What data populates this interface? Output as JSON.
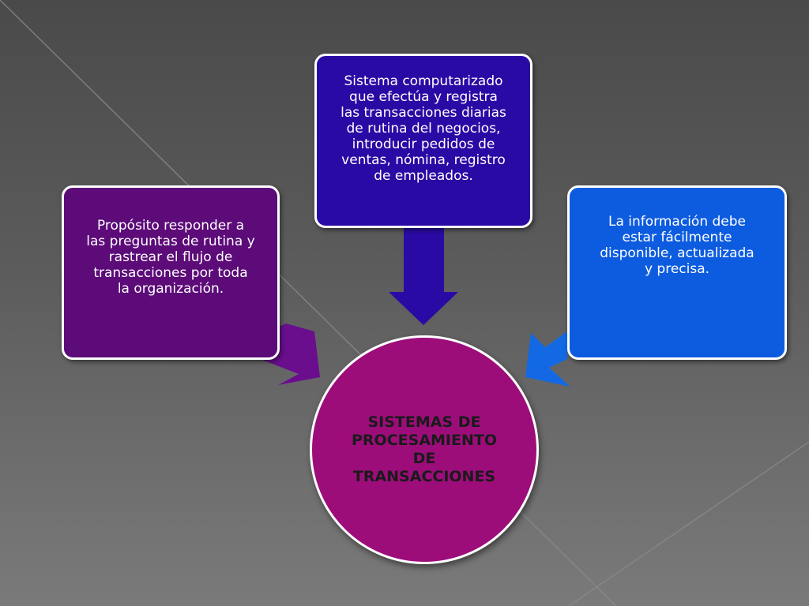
{
  "colors": {
    "top_box": "#2a0aa5",
    "left_box": "#5c0b79",
    "right_box": "#0d5ce0",
    "center_circle": "#9c0d7a",
    "top_arrow": "#2a0aa5",
    "left_arrow": "#6a0e8e",
    "right_arrow": "#1269e3"
  },
  "diagram": {
    "center": {
      "text": "SISTEMAS DE\nPROCESAMIENTO\nDE\nTRANSACCIONES"
    },
    "top_box": {
      "text": "Sistema computarizado\nque efectúa y registra\nlas transacciones diarias\nde rutina del negocios,\nintroducir pedidos de\nventas, nómina, registro\nde empleados."
    },
    "left_box": {
      "text": "Propósito  responder a\nlas preguntas de rutina y\nrastrear el flujo de\ntransacciones por toda\nla organización."
    },
    "right_box": {
      "text": " La información debe\nestar fácilmente\ndisponible, actualizada\ny precisa."
    }
  }
}
